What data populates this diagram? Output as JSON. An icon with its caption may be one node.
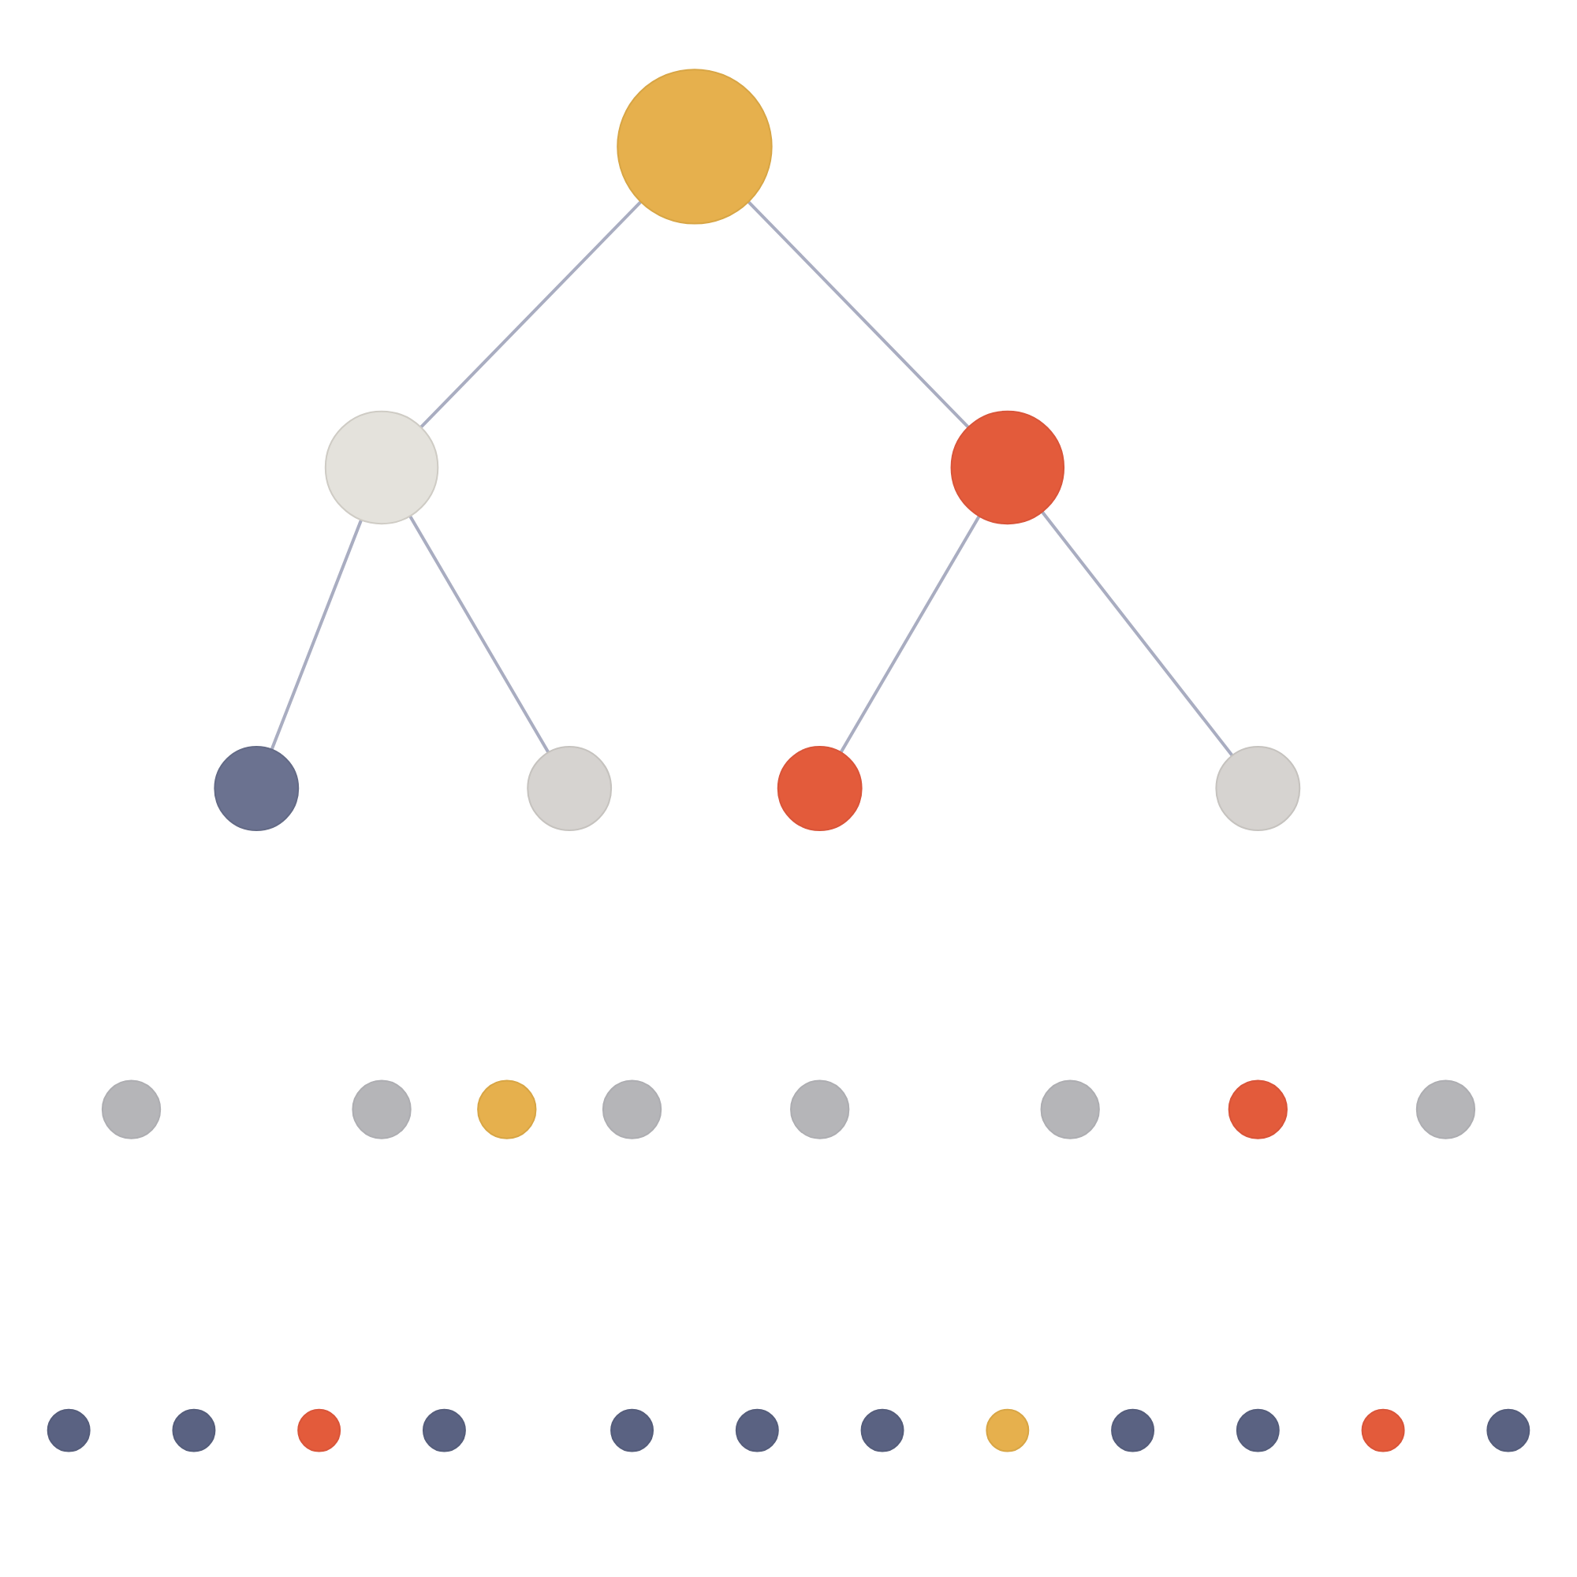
{
  "diagram": {
    "nodes": [
      {
        "text": [],
        "shape": "circle"
      },
      {
        "text": [],
        "shape": "circle"
      },
      {
        "text": [],
        "shape": "circle"
      },
      {
        "text": [],
        "shape": "circle"
      },
      {
        "text": [],
        "shape": "circle"
      },
      {
        "text": [],
        "shape": "circle"
      },
      {
        "text": [],
        "shape": "circle"
      },
      {
        "text": [],
        "shape": "circle"
      },
      {
        "text": [],
        "shape": "circle"
      },
      {
        "text": [],
        "shape": "circle"
      },
      {
        "text": [],
        "shape": "circle"
      },
      {
        "text": [],
        "shape": "circle"
      },
      {
        "text": [],
        "shape": "circle"
      },
      {
        "text": [],
        "shape": "circle"
      },
      {
        "text": [],
        "shape": "circle"
      },
      {
        "text": [],
        "shape": "circle"
      },
      {
        "text": [],
        "shape": "circle"
      },
      {
        "text": [],
        "shape": "circle"
      },
      {
        "text": [],
        "shape": "circle"
      },
      {
        "text": [],
        "shape": "circle"
      },
      {
        "text": [],
        "shape": "circle"
      },
      {
        "text": [],
        "shape": "circle"
      },
      {
        "text": [],
        "shape": "circle"
      },
      {
        "text": [],
        "shape": "circle"
      },
      {
        "text": [],
        "shape": "circle"
      },
      {
        "text": [],
        "shape": "circle"
      },
      {
        "text": [],
        "shape": "circle"
      }
    ],
    "edges": [
      {
        "from": 0,
        "to": 1,
        "arrow": "none"
      },
      {
        "from": 0,
        "to": 2,
        "arrow": "none"
      },
      {
        "from": 1,
        "to": 3,
        "arrow": "none"
      },
      {
        "from": 1,
        "to": 4,
        "arrow": "none"
      },
      {
        "from": 2,
        "to": 5,
        "arrow": "none"
      },
      {
        "from": 2,
        "to": 6,
        "arrow": "none"
      }
    ]
  }
}
